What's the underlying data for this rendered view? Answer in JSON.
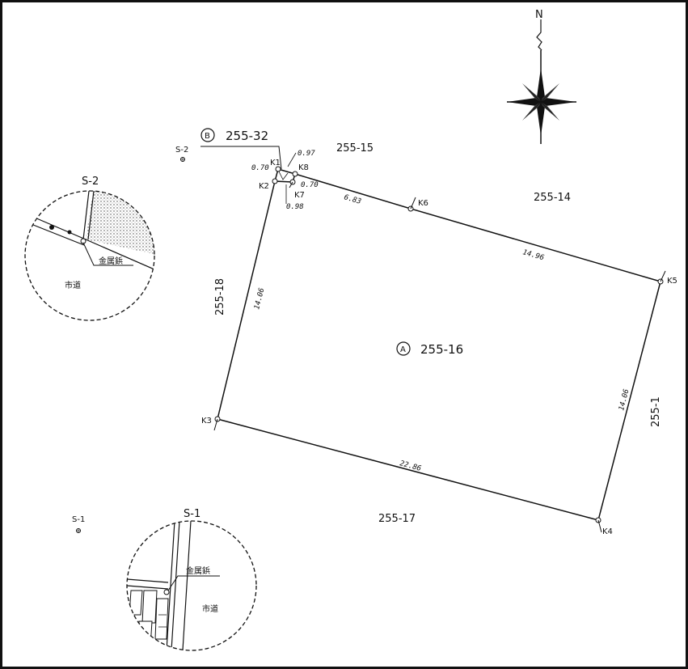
{
  "north_label": "N",
  "parcels": {
    "main_marker": "A",
    "main_number": "255-16",
    "sub_marker": "B",
    "sub_number": "255-32",
    "adjacent": {
      "north": "255-15",
      "north_east": "255-14",
      "east": "255-1",
      "south": "255-17",
      "west": "255-18"
    }
  },
  "points": {
    "k1": "K1",
    "k2": "K2",
    "k3": "K3",
    "k4": "K4",
    "k5": "K5",
    "k6": "K6",
    "k7": "K7",
    "k8": "K8"
  },
  "distances": {
    "k3_k4": "22.86",
    "k4_k5": "14.06",
    "k6_k5": "14.96",
    "k8_k6": "6.83",
    "k2_k3": "14.06",
    "k1_k8": "0.97",
    "k8_k7": "0.70",
    "k1_k2": "0.70",
    "k7_k2": "0.98"
  },
  "references": {
    "s1_label": "S-1",
    "s2_label": "S-2",
    "s1_detail_title": "S-1",
    "s2_detail_title": "S-2",
    "marker_type": "金属鋲",
    "road_label": "市道"
  }
}
